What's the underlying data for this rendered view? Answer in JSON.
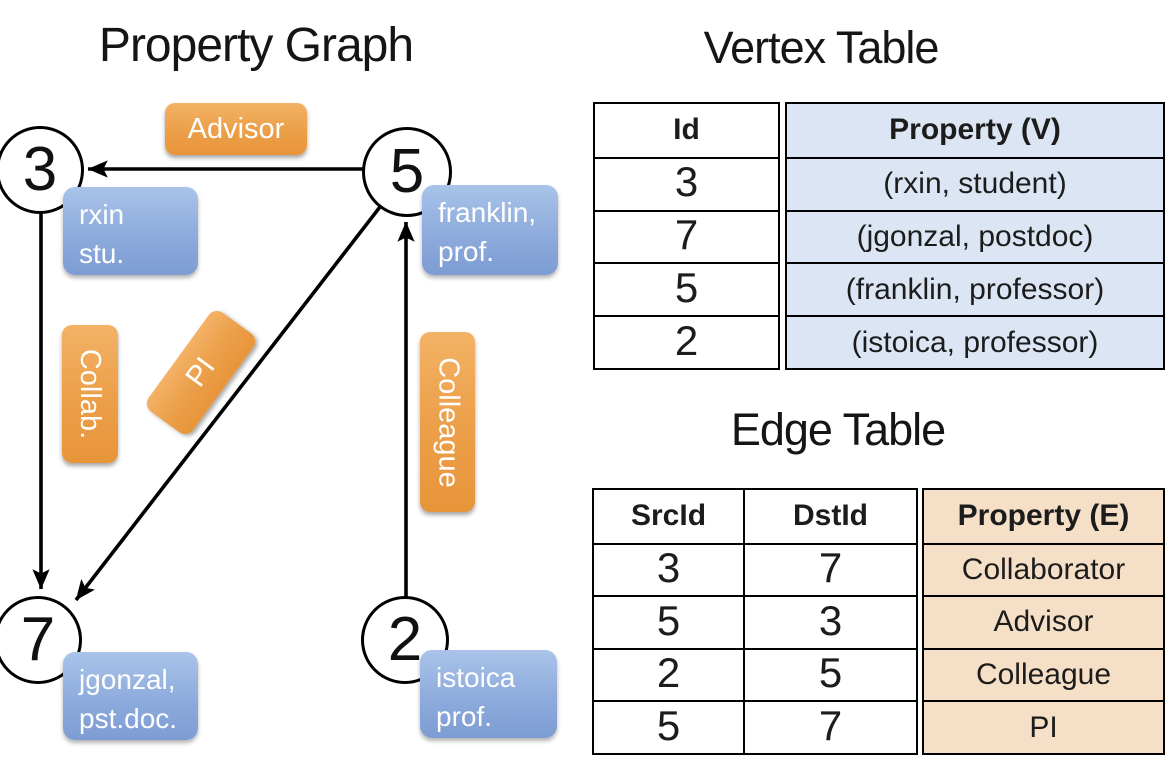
{
  "left_panel": {
    "title": "Property Graph",
    "nodes": [
      {
        "id": "3"
      },
      {
        "id": "5"
      },
      {
        "id": "7"
      },
      {
        "id": "2"
      }
    ],
    "node_boxes": [
      {
        "line1": "rxin",
        "line2": "stu."
      },
      {
        "line1": "franklin,",
        "line2": "prof."
      },
      {
        "line1": "jgonzal,",
        "line2": "pst.doc."
      },
      {
        "line1": "istoica",
        "line2": "prof."
      }
    ],
    "edge_labels": {
      "advisor": "Advisor",
      "collab": "Collab.",
      "pi": "PI",
      "colleague": "Colleague"
    }
  },
  "vertex_table": {
    "title": "Vertex Table",
    "headers": {
      "id": "Id",
      "property": "Property (V)"
    },
    "rows": [
      {
        "id": "3",
        "property": "(rxin, student)"
      },
      {
        "id": "7",
        "property": "(jgonzal, postdoc)"
      },
      {
        "id": "5",
        "property": "(franklin, professor)"
      },
      {
        "id": "2",
        "property": "(istoica, professor)"
      }
    ]
  },
  "edge_table": {
    "title": "Edge Table",
    "headers": {
      "src": "SrcId",
      "dst": "DstId",
      "property": "Property (E)"
    },
    "rows": [
      {
        "src": "3",
        "dst": "7",
        "property": "Collaborator"
      },
      {
        "src": "5",
        "dst": "3",
        "property": "Advisor"
      },
      {
        "src": "2",
        "dst": "5",
        "property": "Colleague"
      },
      {
        "src": "5",
        "dst": "7",
        "property": "PI"
      }
    ]
  },
  "colors": {
    "edge_label_fill": "#eca04a",
    "vertex_box_fill": "#8eabdc",
    "vertex_table_property_fill": "#dbe5f3",
    "edge_table_property_fill": "#f5e0c7",
    "line_color": "#000000"
  }
}
